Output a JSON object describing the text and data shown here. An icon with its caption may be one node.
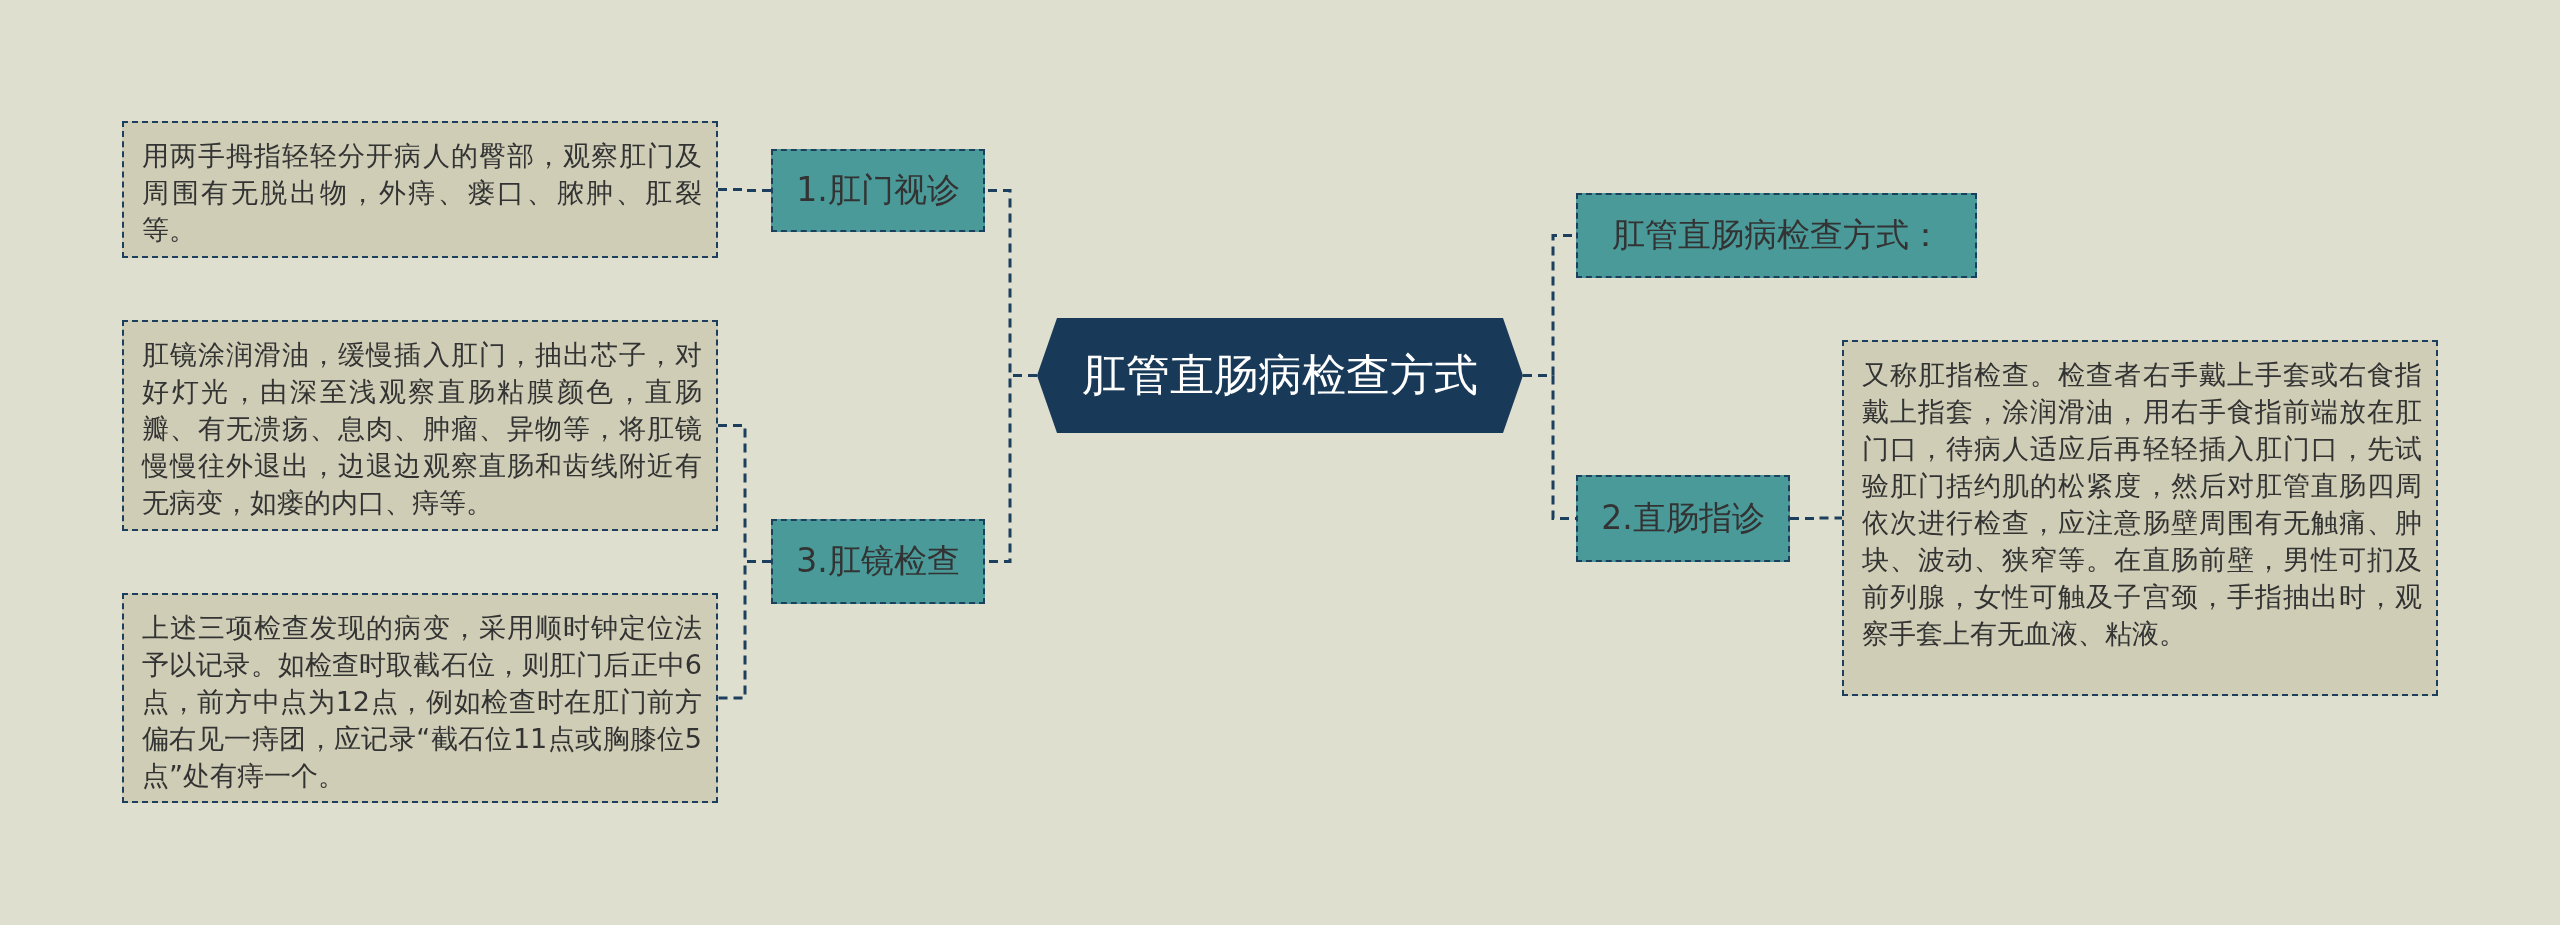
{
  "diagram": {
    "nodes": [
      {
        "text": [
          "肛管直肠病检查方式"
        ]
      },
      {
        "text": [
          "肛管直肠病检查方式："
        ]
      },
      {
        "text": [
          "1.肛门视诊"
        ]
      },
      {
        "text": [
          "用两手拇指轻轻分开病人的臀部，观察肛门及周围有无脱出物，外痔、瘘口、脓肿、肛裂等。"
        ]
      },
      {
        "text": [
          "2.直肠指诊"
        ]
      },
      {
        "text": [
          "又称肛指检查。检查者右手戴上手套或右食指戴上指套，涂润滑油，用右手食指前端放在肛门口，待病人适应后再轻轻插入肛门口，先试验肛门括约肌的松紧度，然后对肛管直肠四周依次进行检查，应注意肠壁周围有无触痛、肿块、波动、狭窄等。在直肠前壁，男性可扪及前列腺，女性可触及子宫颈，手指抽出时，观察手套上有无血液、粘液。"
        ]
      },
      {
        "text": [
          "3.肛镜检查"
        ]
      },
      {
        "text": [
          "肛镜涂润滑油，缓慢插入肛门，抽出芯子，对好灯光，由深至浅观察直肠粘膜颜色，直肠瓣、有无溃疡、息肉、肿瘤、异物等，将肛镜慢慢往外退出，边退边观察直肠和齿线附近有无病变，如瘘的内口、痔等。"
        ]
      },
      {
        "text": [
          "上述三项检查发现的病变，采用顺时钟定位法予以记录。如检查时取截石位，则肛门后正中6点，前方中点为12点，例如检查时在肛门前方偏右见一痔团，应记录“截石位11点或胸膝位5点”处有痔一个。"
        ]
      }
    ],
    "edges": [
      {
        "from": 0,
        "to": 1,
        "arrow": "none",
        "style": "dashed"
      },
      {
        "from": 0,
        "to": 2,
        "arrow": "none",
        "style": "dashed"
      },
      {
        "from": 2,
        "to": 3,
        "arrow": "none",
        "style": "dashed"
      },
      {
        "from": 0,
        "to": 4,
        "arrow": "none",
        "style": "dashed"
      },
      {
        "from": 4,
        "to": 5,
        "arrow": "none",
        "style": "dashed"
      },
      {
        "from": 0,
        "to": 6,
        "arrow": "none",
        "style": "dashed"
      },
      {
        "from": 6,
        "to": 7,
        "arrow": "none",
        "style": "dashed"
      },
      {
        "from": 6,
        "to": 8,
        "arrow": "none",
        "style": "dashed"
      }
    ]
  }
}
